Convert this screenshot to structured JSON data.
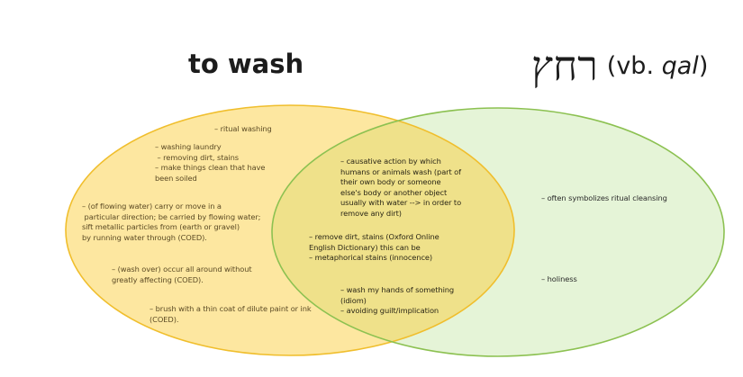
{
  "titles": {
    "left": "to wash",
    "right_hebrew": "רחץ",
    "right_gram_open": "(vb. ",
    "right_gram_italic": "qal",
    "right_gram_close": ")"
  },
  "colors": {
    "yellow_fill": "#fde7a0",
    "yellow_stroke": "#f0be2c",
    "green_fill": "#e5f4d7",
    "green_stroke": "#8cc151",
    "overlap_fill": "#efe18a",
    "background": "#ffffff"
  },
  "sets": {
    "left": {
      "label": "to wash",
      "notes": [
        "– ritual washing",
        "– washing laundry\n – removing dirt, stains\n– make things clean that have\nbeen soiled",
        "– (of flowing water) carry or move in a\n particular direction; be carried by flowing water;\nsift metallic particles from (earth or gravel)\nby running water through (COED).",
        "– (wash over) occur all around without\ngreatly affecting (COED).",
        "– brush with a thin coat of dilute paint or ink\n(COED)."
      ]
    },
    "overlap": {
      "notes": [
        "– causative action by which\nhumans or animals wash (part of\ntheir own body or someone\nelse's body or another object\nusually with water --> in order to\nremove any dirt)",
        "– remove dirt, stains (Oxford Online\nEnglish Dictionary) this can be\n– metaphorical stains (innocence)",
        "– wash my hands of something\n(idiom)\n– avoiding guilt/implication"
      ]
    },
    "right": {
      "label": "רחץ (vb. qal)",
      "notes": [
        "– often symbolizes ritual cleansing",
        "– holiness"
      ]
    }
  }
}
